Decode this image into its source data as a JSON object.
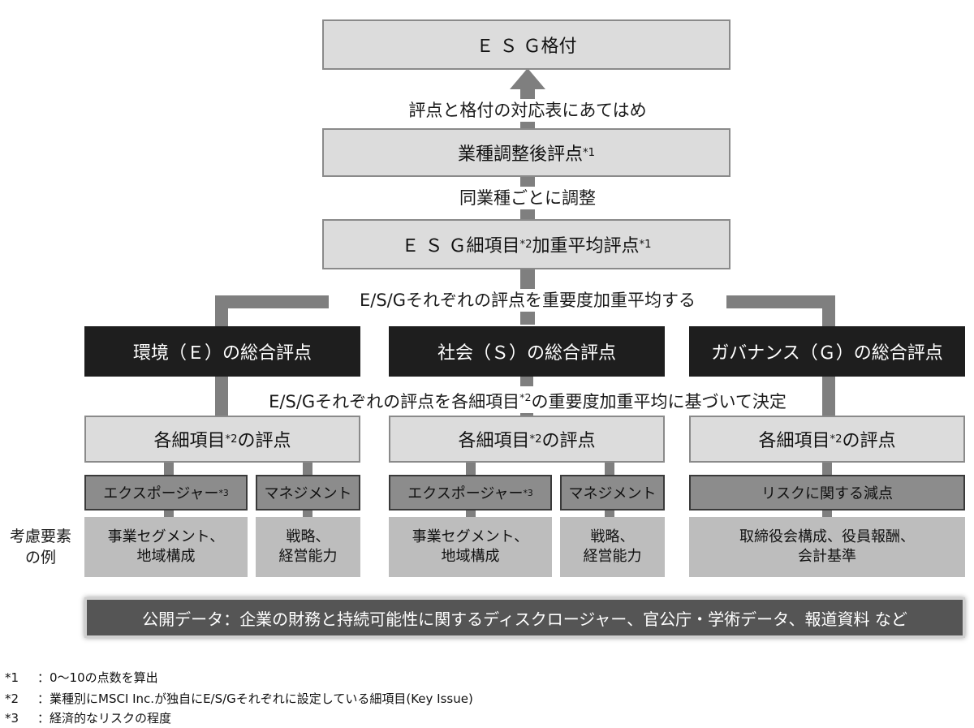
{
  "top": {
    "rating": "Ｅ Ｓ Ｇ格付",
    "step1": "評点と格付の対応表にあてはめ",
    "adjusted": {
      "text": "業種調整後評点",
      "sup": "*1"
    },
    "step2": "同業種ごとに調整",
    "weighted": {
      "text_a": "Ｅ Ｓ Ｇ細項目",
      "sup_a": "*2",
      "text_b": " 加重平均評点",
      "sup_b": "*1"
    },
    "step3": "E/S/Gそれぞれの評点を重要度加重平均する"
  },
  "pillars": {
    "e": "環境（Ｅ）の総合評点",
    "s": "社会（Ｓ）の総合評点",
    "g": "ガバナンス（Ｇ）の総合評点"
  },
  "step4": {
    "text_a": "E/S/Gそれぞれの評点を各細項目",
    "sup": "*2",
    "text_b": "の重要度加重平均に基づいて決定"
  },
  "item_score": {
    "text": "各細項目",
    "sup": "*2",
    "suffix": " の評点"
  },
  "exposure": {
    "text": "エクスポージャー",
    "sup": "*3"
  },
  "management": "マネジメント",
  "risk_deduction": "リスクに関する減点",
  "examples_label": [
    "考慮要素",
    "の例"
  ],
  "examples": {
    "exposure": [
      "事業セグメント、",
      "地域構成"
    ],
    "management": [
      "戦略、",
      "経営能力"
    ],
    "governance": [
      "取締役会構成、役員報酬、",
      "会計基準"
    ]
  },
  "public_data": "公開データ：企業の財務と持続可能性に関するディスクロージャー、官公庁・学術データ、報道資料 など",
  "footnotes": [
    {
      "mark": "*1",
      "text": "：0〜10の点数を算出"
    },
    {
      "mark": "*2",
      "text": "：業種別にMSCI Inc.が独自にE/S/Gそれぞれに設定している細項目(Key Issue)"
    },
    {
      "mark": "*3",
      "text": "：経済的なリスクの程度"
    }
  ],
  "colors": {
    "dark_box": "#1e1e1e",
    "light_box": "#dcdcdc",
    "mid_box": "#8c8c8c",
    "example_box": "#bdbdbd",
    "connector": "#7f7f7f"
  }
}
